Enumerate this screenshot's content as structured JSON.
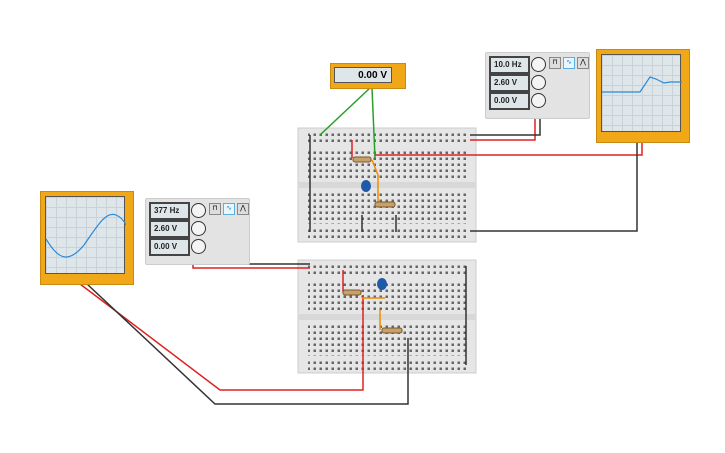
{
  "multimeter": {
    "reading": "0.00 V"
  },
  "function_generator_top": {
    "frequency": "10.0 Hz",
    "amplitude": "2.60 V",
    "offset": "0.00 V",
    "waveform": "sine"
  },
  "function_generator_left": {
    "frequency": "377 Hz",
    "amplitude": "2.60 V",
    "offset": "0.00 V",
    "waveform": "sine"
  },
  "colors": {
    "wire_red": "#e02020",
    "wire_black": "#333333",
    "wire_green": "#2aa02a",
    "wire_orange": "#f08c00",
    "trace": "#2a8ad8",
    "instrument": "#f0a818"
  }
}
